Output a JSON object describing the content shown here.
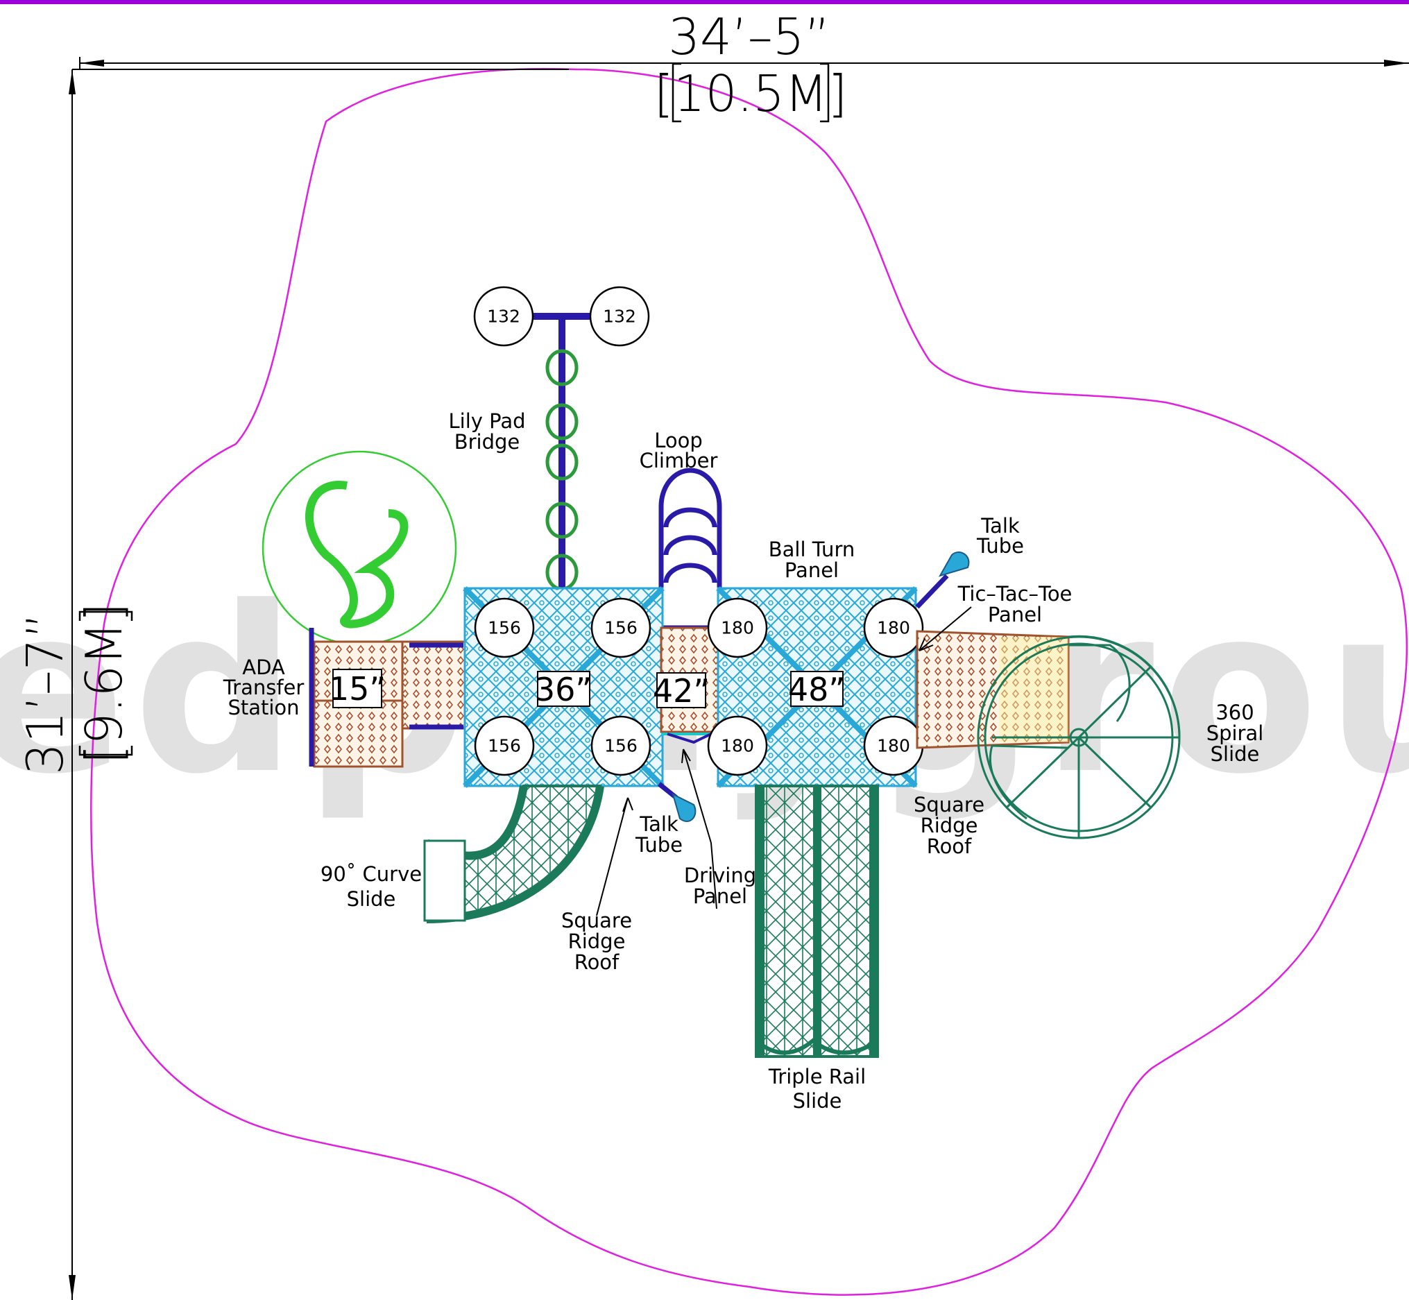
{
  "dimensions": {
    "width_imperial": "34’–5”",
    "width_metric": "[10.5M]",
    "height_imperial": "31’–7”",
    "height_metric": "[9.6M]"
  },
  "posts": {
    "lily_left": "132",
    "lily_right": "132",
    "p156_tl": "156",
    "p156_tr": "156",
    "p156_bl": "156",
    "p156_br": "156",
    "p180_tl": "180",
    "p180_tr": "180",
    "p180_bl": "180",
    "p180_br": "180"
  },
  "decks": {
    "ada": "15”",
    "deck36": "36”",
    "deck42": "42”",
    "deck48": "48”"
  },
  "labels": {
    "lily_pad_1": "Lily Pad",
    "lily_pad_2": "Bridge",
    "loop_1": "Loop",
    "loop_2": "Climber",
    "ball_turn_1": "Ball Turn",
    "ball_turn_2": "Panel",
    "talk_tube_top_1": "Talk",
    "talk_tube_top_2": "Tube",
    "tictac_1": "Tic–Tac–Toe",
    "tictac_2": "Panel",
    "ada_1": "ADA",
    "ada_2": "Transfer",
    "ada_3": "Station",
    "spiral_1": "360",
    "spiral_2": "Spiral",
    "spiral_3": "Slide",
    "curve_1": "90˚ Curve",
    "curve_2": "Slide",
    "talk_tube_bottom_1": "Talk",
    "talk_tube_bottom_2": "Tube",
    "roof_left_1": "Square",
    "roof_left_2": "Ridge",
    "roof_left_3": "Roof",
    "driving_1": "Driving",
    "driving_2": "Panel",
    "roof_right_1": "Square",
    "roof_right_2": "Ridge",
    "roof_right_3": "Roof",
    "triple_1": "Triple Rail",
    "triple_2": "Slide"
  },
  "watermark": "unitedplaygrounds",
  "colors": {
    "boundary": "#e020e0",
    "top_bar": "#9b00d8",
    "deck_blue": "#29a8d8",
    "barrier_blue": "#2a1aa8",
    "slide_green": "#1a7a5a",
    "lily_green": "#2a9a3a",
    "panel_brown": "#a0522d",
    "logo_green": "#33cc33"
  }
}
